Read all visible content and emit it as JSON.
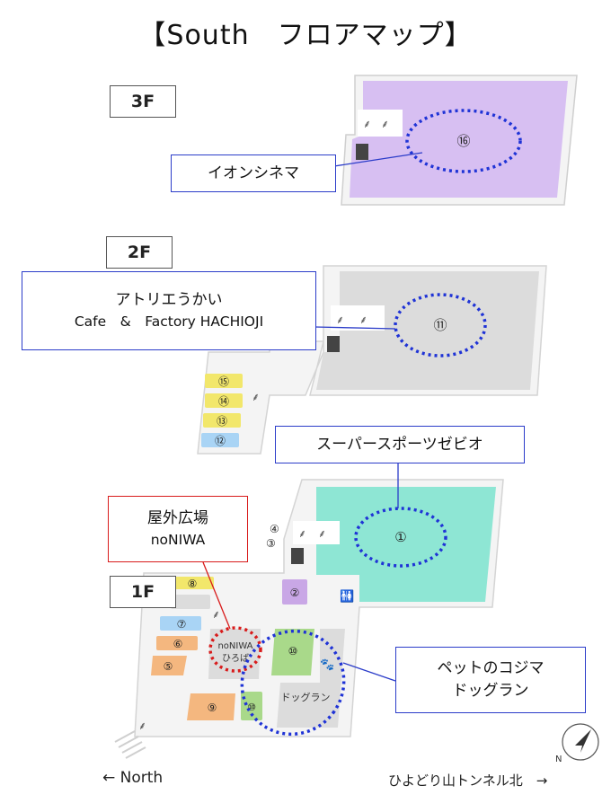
{
  "title": "【South　フロアマップ】",
  "floors": {
    "f3": "3F",
    "f2": "2F",
    "f1": "1F"
  },
  "callouts": {
    "aeon_cinema": "イオンシネマ",
    "atelier_l1": "アトリエうかい",
    "atelier_l2": "Cafe　&　Factory HACHIOJI",
    "xebio": "スーパースポーツゼビオ",
    "outdoor_l1": "屋外広場",
    "outdoor_l2": "noNIWA",
    "kojima_l1": "ペットのコジマ",
    "kojima_l2": "ドッグラン"
  },
  "shops": {
    "s1": "①",
    "s2": "②",
    "s3": "③",
    "s4": "④",
    "s5": "⑤",
    "s6": "⑥",
    "s7": "⑦",
    "s8": "⑧",
    "s9": "⑨",
    "s10": "⑩",
    "s10b": "⑩",
    "s11": "⑪",
    "s12": "⑫",
    "s13": "⑬",
    "s14": "⑭",
    "s15": "⑮",
    "s16": "⑯"
  },
  "labels": {
    "noniwa_1": "noNIWA",
    "noniwa_2": "ひろば",
    "dogrun": "ドッグラン"
  },
  "directions": {
    "north": "← North",
    "tunnel": "ひよどり山トンネル北　→",
    "compass": "N"
  },
  "colors": {
    "cinema_purple": "#d7bff2",
    "grey_zone": "#dcdcdc",
    "xebio_teal": "#8ee6d4",
    "yellow_shop": "#f2e76b",
    "blue_shop": "#a9d4f5",
    "orange_shop": "#f4b77f",
    "green_shop": "#a9d98a",
    "violet_shop": "#c9a7e6",
    "callout_blue": "#2b3cc9",
    "callout_red": "#d81b1b",
    "ellipse_blue": "#1f33d6"
  }
}
